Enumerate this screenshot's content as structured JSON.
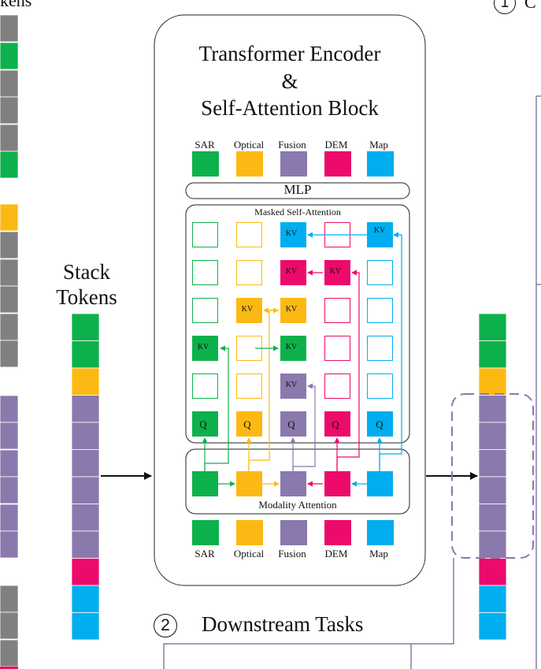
{
  "colors": {
    "sar": "#0db14b",
    "optical": "#fdb913",
    "fusion": "#8a79ad",
    "dem": "#ec0b6b",
    "map": "#00aeef",
    "grey": "#808080",
    "frame": "#8a79ad",
    "line": "#222222"
  },
  "top_left_partial_text": "kens",
  "step1_number": "1",
  "step1_partial_text": "C",
  "encoder": {
    "title_line1": "Transformer Encoder",
    "title_line2": "&",
    "title_line3": "Self-Attention Block",
    "mlp_label": "MLP",
    "masked_label": "Masked Self-Attention",
    "modality_label": "Modality Attention",
    "kv_label": "KV",
    "q_label": "Q",
    "modalities": [
      "SAR",
      "Optical",
      "Fusion",
      "DEM",
      "Map"
    ]
  },
  "stack_tokens_line1": "Stack",
  "stack_tokens_line2": "Tokens",
  "step2_number": "2",
  "step2_label": "Downstream Tasks"
}
